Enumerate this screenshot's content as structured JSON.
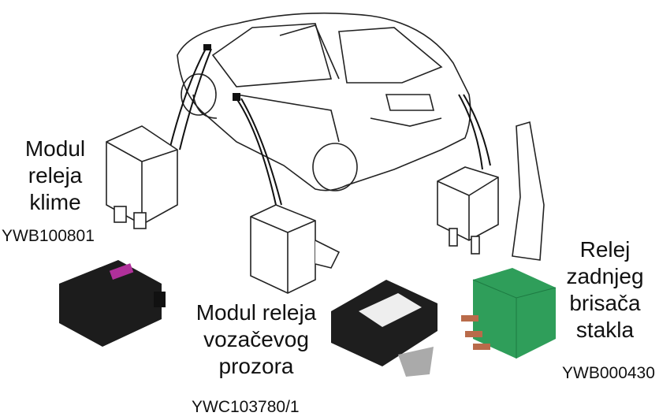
{
  "labels": {
    "climate": {
      "name": [
        "Modul",
        "releja",
        "klime"
      ],
      "code": "YWB100801"
    },
    "window": {
      "name": [
        "Modul releja",
        "vozačevog",
        "prozora"
      ],
      "code": "YWC103780/1"
    },
    "wiper": {
      "name": [
        "Relej",
        "zadnjeg",
        "brisača",
        "stakla"
      ],
      "code": "YWB000430"
    }
  }
}
